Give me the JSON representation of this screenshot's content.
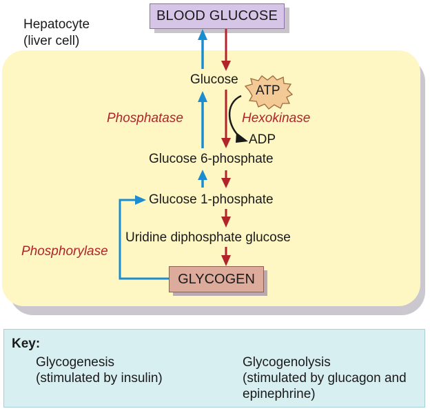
{
  "cell": {
    "label_line1": "Hepatocyte",
    "label_line2": "(liver cell)",
    "fill_color": "#fef6c3"
  },
  "nodes": {
    "blood_glucose": "BLOOD GLUCOSE",
    "glucose": "Glucose",
    "atp": "ATP",
    "adp": "ADP",
    "glucose_6_phosphate": "Glucose 6-phosphate",
    "glucose_1_phosphate": "Glucose 1-phosphate",
    "udp_glucose": "Uridine diphosphate glucose",
    "glycogen": "GLYCOGEN"
  },
  "enzymes": {
    "phosphatase": "Phosphatase",
    "hexokinase": "Hexokinase",
    "phosphorylase": "Phosphorylase"
  },
  "colors": {
    "glycogenesis_arrow": "#b0242a",
    "glycogenolysis_arrow": "#1a8ccf",
    "enzyme_text": "#b0242a"
  },
  "key": {
    "title": "Key:",
    "items": [
      {
        "pathway": "Glycogenesis",
        "note": "(stimulated by insulin)",
        "arrow_color": "red"
      },
      {
        "pathway": "Glycogenolysis",
        "note_line1": "(stimulated by glucagon and",
        "note_line2": "epinephrine)",
        "arrow_color": "blue"
      }
    ]
  }
}
